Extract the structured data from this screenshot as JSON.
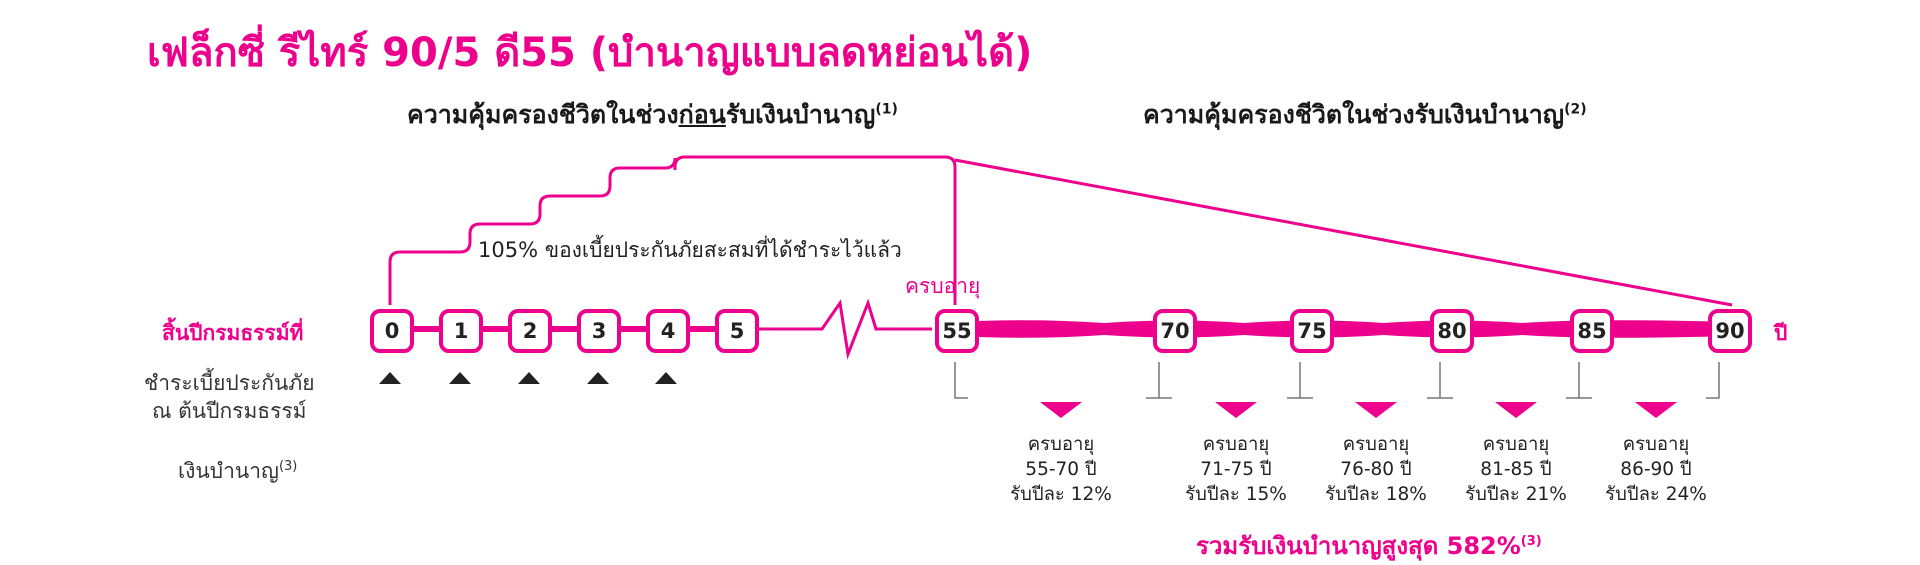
{
  "title": "เฟล็กซี่ รีไทร์ 90/5 ดี55 (บำนาญแบบลดหย่อนได้)",
  "sections": {
    "before": {
      "pre": "ความคุ้มครองชีวิตในช่วง",
      "underlined": "ก่อน",
      "post": "รับเงินบำนาญ",
      "note": "(1)"
    },
    "during": {
      "text": "ความคุ้มครองชีวิตในช่วงรับเงินบำนาญ",
      "note": "(2)"
    }
  },
  "coverage_note": "105% ของเบี้ยประกันภัยสะสมที่ได้ชำระไว้แล้ว",
  "age_label": "ครบอายุ",
  "row_labels": {
    "policy_year_end": "สิ้นปีกรมธรรม์ที่",
    "premium_line1": "ชำระเบี้ยประกันภัย",
    "premium_line2": "ณ ต้นปีกรมธรรม์",
    "pension": "เงินบำนาญ",
    "pension_note": "(3)"
  },
  "policy_years": [
    "0",
    "1",
    "2",
    "3",
    "4",
    "5"
  ],
  "ages": [
    "55",
    "70",
    "75",
    "80",
    "85",
    "90"
  ],
  "year_unit": "ปี",
  "payouts": [
    {
      "line1": "ครบอายุ",
      "line2": "55-70 ปี",
      "line3": "รับปีละ 12%"
    },
    {
      "line1": "ครบอายุ",
      "line2": "71-75 ปี",
      "line3": "รับปีละ 15%"
    },
    {
      "line1": "ครบอายุ",
      "line2": "76-80 ปี",
      "line3": "รับปีละ 18%"
    },
    {
      "line1": "ครบอายุ",
      "line2": "81-85 ปี",
      "line3": "รับปีละ 21%"
    },
    {
      "line1": "ครบอายุ",
      "line2": "86-90 ปี",
      "line3": "รับปีละ 24%"
    }
  ],
  "total": {
    "text": "รวมรับเงินบำนาญสูงสุด 582%",
    "note": "(3)"
  },
  "colors": {
    "accent": "#ec008c",
    "text": "#222222",
    "bracket": "#777777"
  }
}
